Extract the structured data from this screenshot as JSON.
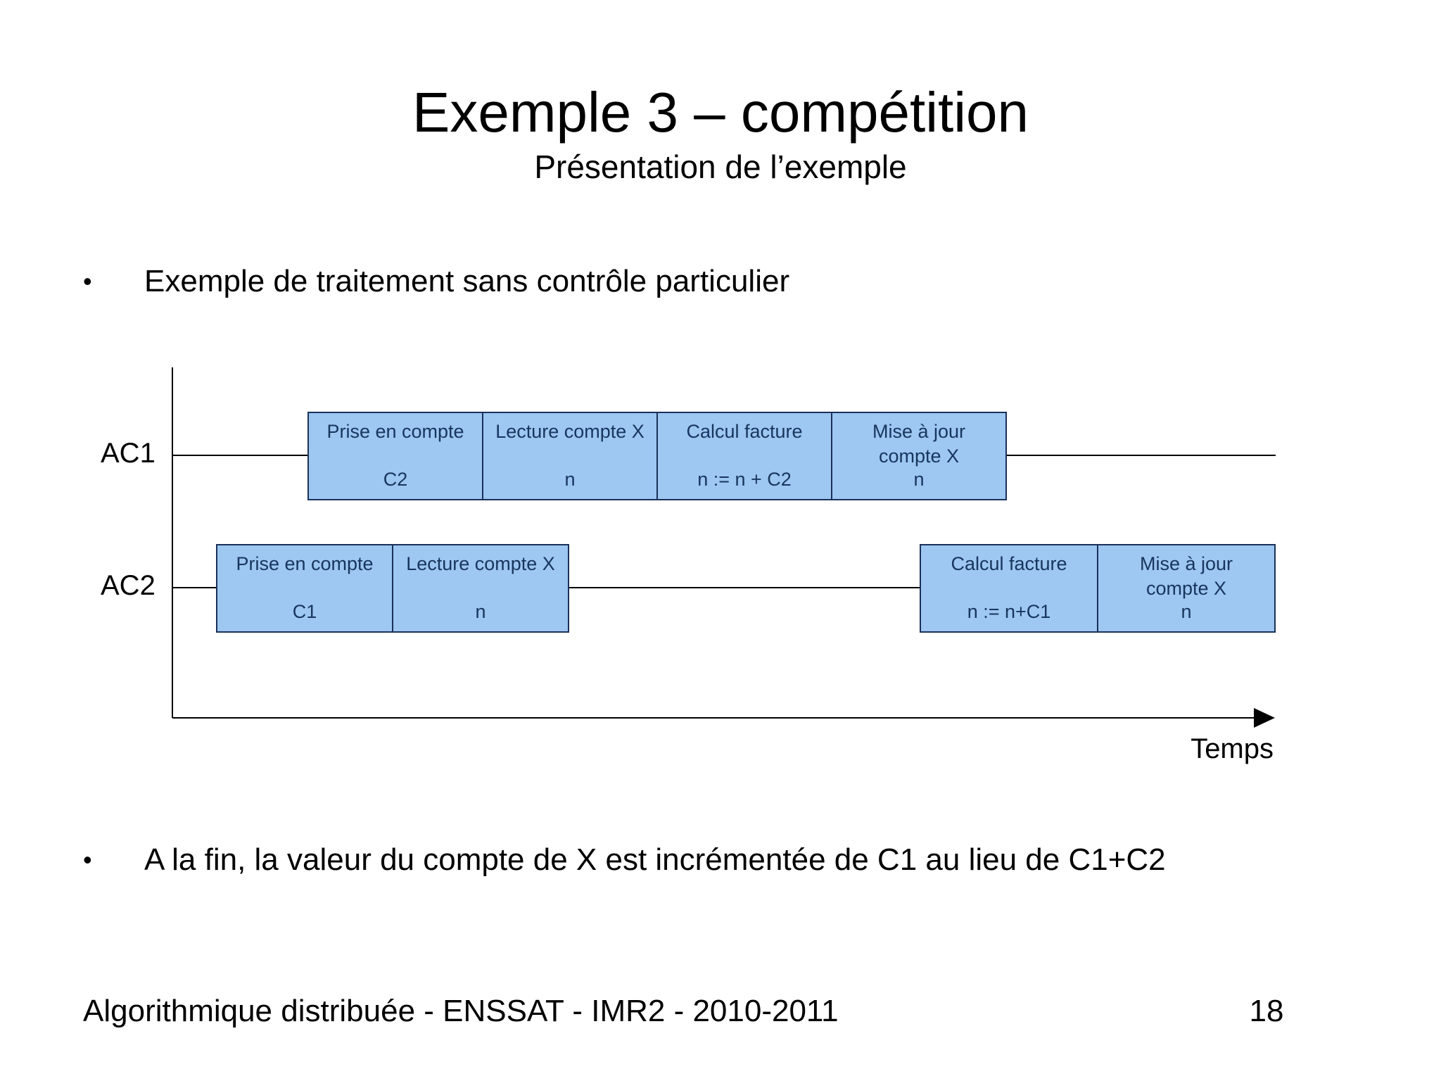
{
  "slide": {
    "title": "Exemple 3 – compétition",
    "subtitle": "Présentation de l’exemple",
    "bullet_char": "•",
    "bullet1": "Exemple de traitement sans contrôle particulier",
    "bullet2": "A la fin, la valeur du compte de X est incrémentée de C1 au lieu de C1+C2",
    "footer": "Algorithmique distribuée - ENSSAT - IMR2 - 2010-2011",
    "page_number": "18"
  },
  "diagram": {
    "axis_label": "Temps",
    "colors": {
      "box_fill": "#9EC7F2",
      "box_border": "#1B3159",
      "box_text": "#17365D"
    },
    "timeline1": {
      "label": "AC1",
      "boxes": [
        {
          "label": "Prise en compte",
          "value": "C2"
        },
        {
          "label": "Lecture compte X",
          "value": "n"
        },
        {
          "label": "Calcul facture",
          "value": "n := n + C2"
        },
        {
          "label": "Mise à jour\ncompte X",
          "value": "n"
        }
      ]
    },
    "timeline2": {
      "label": "AC2",
      "boxes_left": [
        {
          "label": "Prise en compte",
          "value": "C1"
        },
        {
          "label": "Lecture compte X",
          "value": "n"
        }
      ],
      "boxes_right": [
        {
          "label": "Calcul facture",
          "value": "n := n+C1"
        },
        {
          "label": "Mise à jour\ncompte X",
          "value": "n"
        }
      ]
    }
  }
}
